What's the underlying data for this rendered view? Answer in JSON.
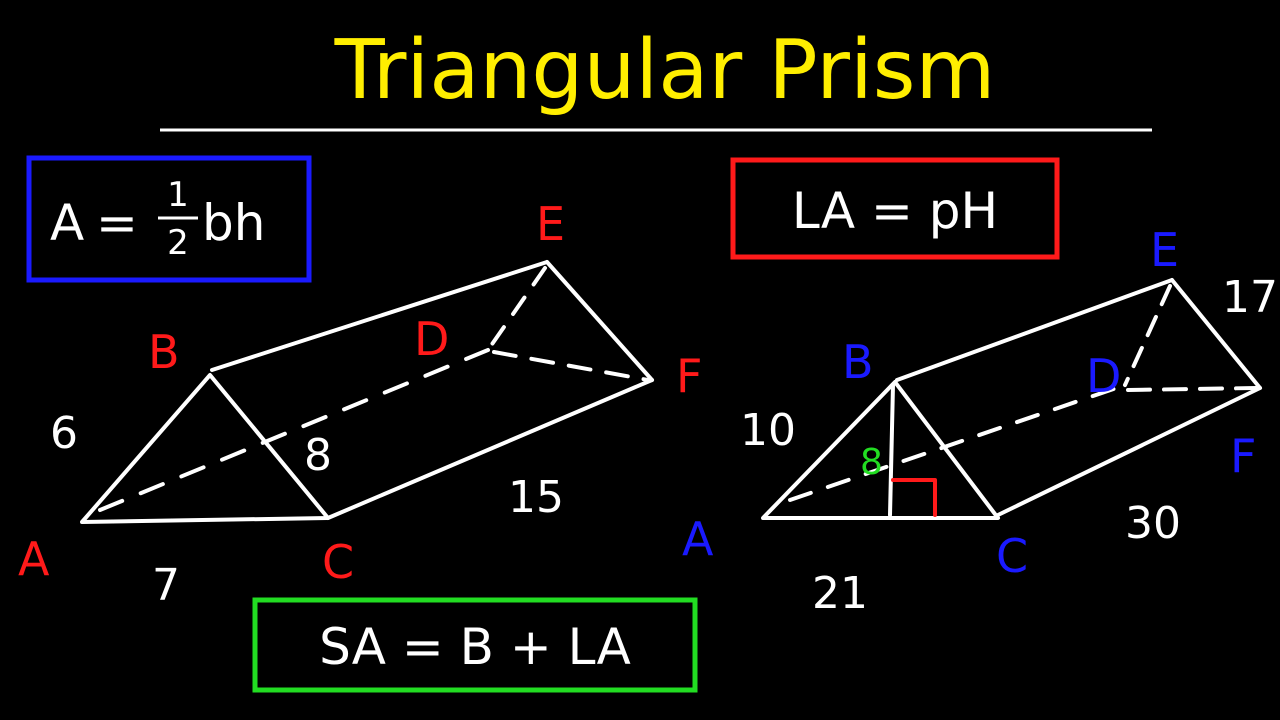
{
  "title": "Triangular Prism",
  "colors": {
    "title": "#ffee00",
    "chalk": "#ffffff",
    "red": "#ff1a1a",
    "blue": "#1a1aff",
    "green": "#22dd22"
  },
  "formulas": {
    "area": {
      "lhs": "A",
      "eq": "=",
      "num": "1",
      "den": "2",
      "rhs": "bh"
    },
    "lateral": "LA = pH",
    "surface": "SA = B + LA"
  },
  "prism_left": {
    "vertices": {
      "A": "A",
      "B": "B",
      "C": "C",
      "D": "D",
      "E": "E",
      "F": "F"
    },
    "measures": {
      "side": "6",
      "height": "8",
      "base": "7",
      "length": "15"
    }
  },
  "prism_right": {
    "vertices": {
      "A": "A",
      "B": "B",
      "C": "C",
      "D": "D",
      "E": "E",
      "F": "F"
    },
    "measures": {
      "side": "10",
      "height": "8",
      "base": "21",
      "length": "30",
      "edge": "17"
    }
  }
}
